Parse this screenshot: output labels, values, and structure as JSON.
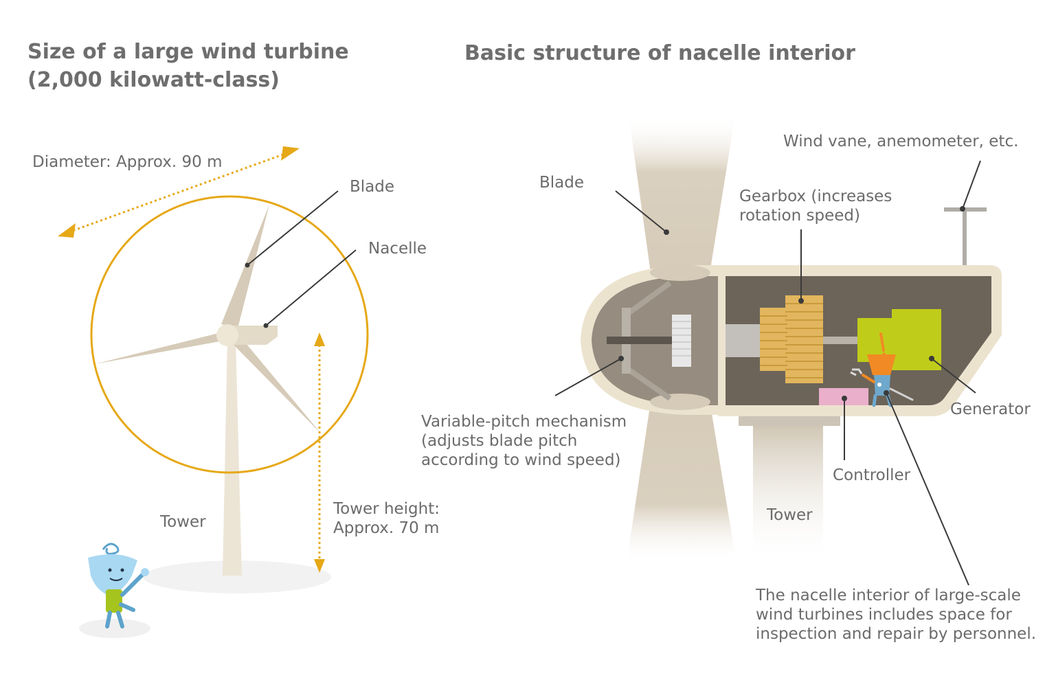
{
  "left_panel": {
    "title_line1": "Size of a large wind turbine",
    "title_line2": "(2,000 kilowatt-class)",
    "labels": {
      "diameter": "Diameter: Approx. 90 m",
      "blade": "Blade",
      "nacelle": "Nacelle",
      "tower": "Tower",
      "tower_height_line1": "Tower height:",
      "tower_height_line2": "Approx. 70 m"
    }
  },
  "right_panel": {
    "title": "Basic structure of nacelle interior",
    "labels": {
      "blade": "Blade",
      "wind_vane": "Wind vane, anemometer, etc.",
      "gearbox_line1": "Gearbox (increases",
      "gearbox_line2": "rotation speed)",
      "pitch_line1": "Variable-pitch mechanism",
      "pitch_line2": "(adjusts blade pitch",
      "pitch_line3": "according to wind speed)",
      "generator": "Generator",
      "controller": "Controller",
      "tower": "Tower",
      "note_line1": "The nacelle interior of large-scale",
      "note_line2": "wind turbines includes space for",
      "note_line3": "inspection and repair by personnel."
    }
  },
  "colors": {
    "accent_orange": "#e6a817",
    "blade_beige": "#d6cbb8",
    "tower_beige": "#ece5d6",
    "nacelle_shell": "#ece3cf",
    "nacelle_interior": "#6c6459",
    "hub_interior": "#968c7f",
    "gearbox": "#e2b65e",
    "generator": "#c0cc1a",
    "controller": "#eaafcb",
    "mascot_blue": "#a9d8f2",
    "mascot_green": "#a6c41e"
  }
}
